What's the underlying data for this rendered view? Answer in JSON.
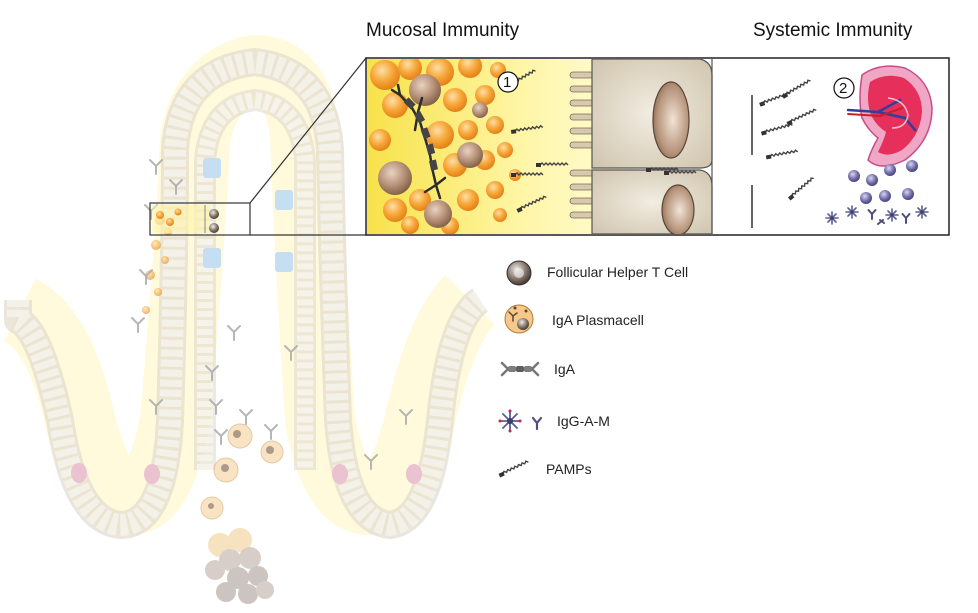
{
  "titles": {
    "mucosal": "Mucosal Immunity",
    "systemic": "Systemic Immunity"
  },
  "markers": [
    "1",
    "2"
  ],
  "legend": [
    {
      "icon": "follicular-helper-t-cell-icon",
      "label": "Follicular Helper T Cell"
    },
    {
      "icon": "iga-plasmacell-icon",
      "label": "IgA Plasmacell"
    },
    {
      "icon": "iga-icon",
      "label": "IgA"
    },
    {
      "icon": "igg-a-m-icon",
      "label": "IgG-A-M"
    },
    {
      "icon": "pamps-icon",
      "label": "PAMPs"
    }
  ],
  "colors": {
    "lumen_yellow": "#fff3a6",
    "plasma_orange": "#f6a33a",
    "epithelium_tan": "#d8cdb6",
    "spleen_pink": "#e8336b",
    "antibody_grey": "#6e6e6e"
  }
}
